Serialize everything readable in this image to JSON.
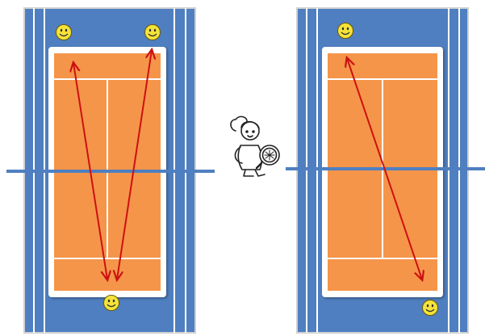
{
  "colors": {
    "court_outer": "#4f7fc0",
    "court_inner": "#f5954a",
    "court_line": "#ffffff",
    "net": "#4f7fc0",
    "arrow": "#cc1111",
    "smiley_fill": "#f5e33a",
    "smiley_stroke": "#6a5a00",
    "frame_shadow": "#c9c9c9"
  },
  "icons": {
    "smiley": "smiley-face-icon",
    "player": "tennis-player-icon",
    "arrow": "double-headed-arrow-icon"
  },
  "courts": [
    {
      "name": "left-court",
      "smiley_count": 3,
      "arrow_count": 2
    },
    {
      "name": "right-court",
      "smiley_count": 2,
      "arrow_count": 1
    }
  ]
}
